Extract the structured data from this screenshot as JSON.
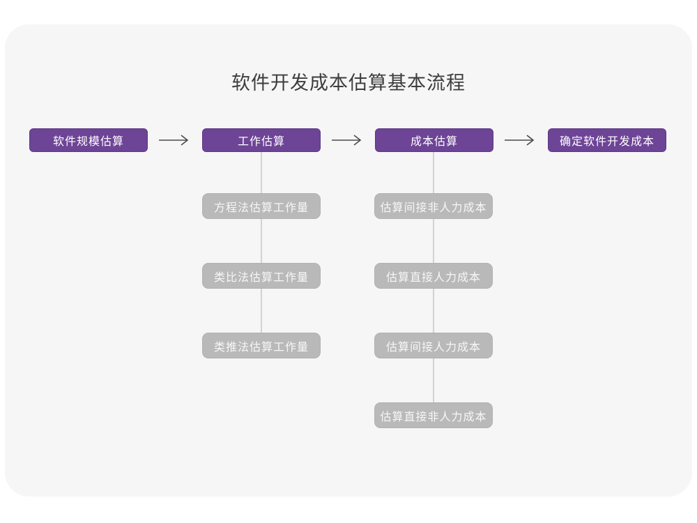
{
  "page": {
    "title": "软件开发成本估算基本流程"
  },
  "colors": {
    "canvas_background": "#f6f6f7",
    "primary_node_fill": "#6d4496",
    "primary_node_border": "#5d3a85",
    "secondary_node_fill": "#b9b9b9",
    "node_text": "#ffffff",
    "connector_line": "#d2d2d2",
    "arrow": "#4a4a4a",
    "title_text": "#3d3d3d"
  },
  "flow": {
    "main_nodes": [
      {
        "label": "软件规模估算"
      },
      {
        "label": "工作估算"
      },
      {
        "label": "成本估算"
      },
      {
        "label": "确定软件开发成本"
      }
    ],
    "work_estimation_children": [
      {
        "label": "方程法估算工作量"
      },
      {
        "label": "类比法估算工作量"
      },
      {
        "label": "类推法估算工作量"
      }
    ],
    "cost_estimation_children": [
      {
        "label": "估算间接非人力成本"
      },
      {
        "label": "估算直接人力成本"
      },
      {
        "label": "估算间接人力成本"
      },
      {
        "label": "估算直接非人力成本"
      }
    ]
  }
}
